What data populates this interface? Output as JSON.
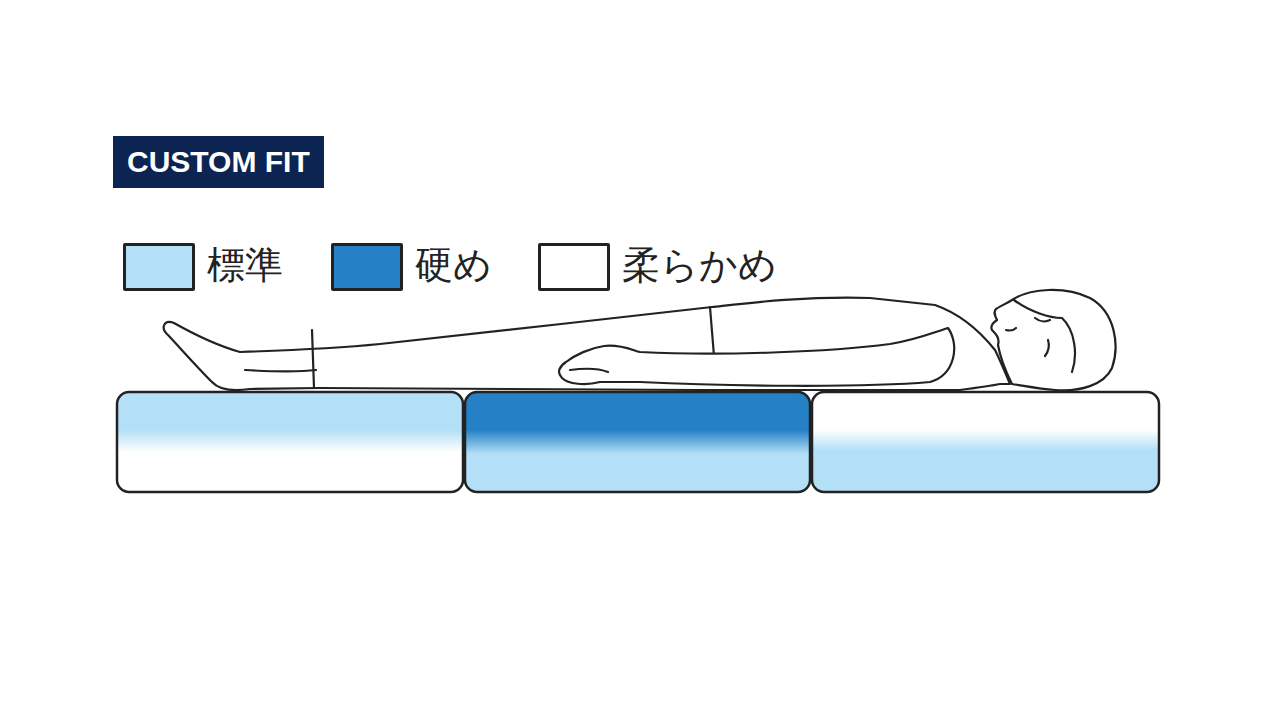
{
  "diagram": {
    "title": "CUSTOM FIT",
    "legend": [
      {
        "text": "標準",
        "color": "#b3e0f7"
      },
      {
        "text": "硬め",
        "color": "#2680c6"
      },
      {
        "text": "柔らかめ",
        "color": "#ffffff"
      }
    ]
  }
}
